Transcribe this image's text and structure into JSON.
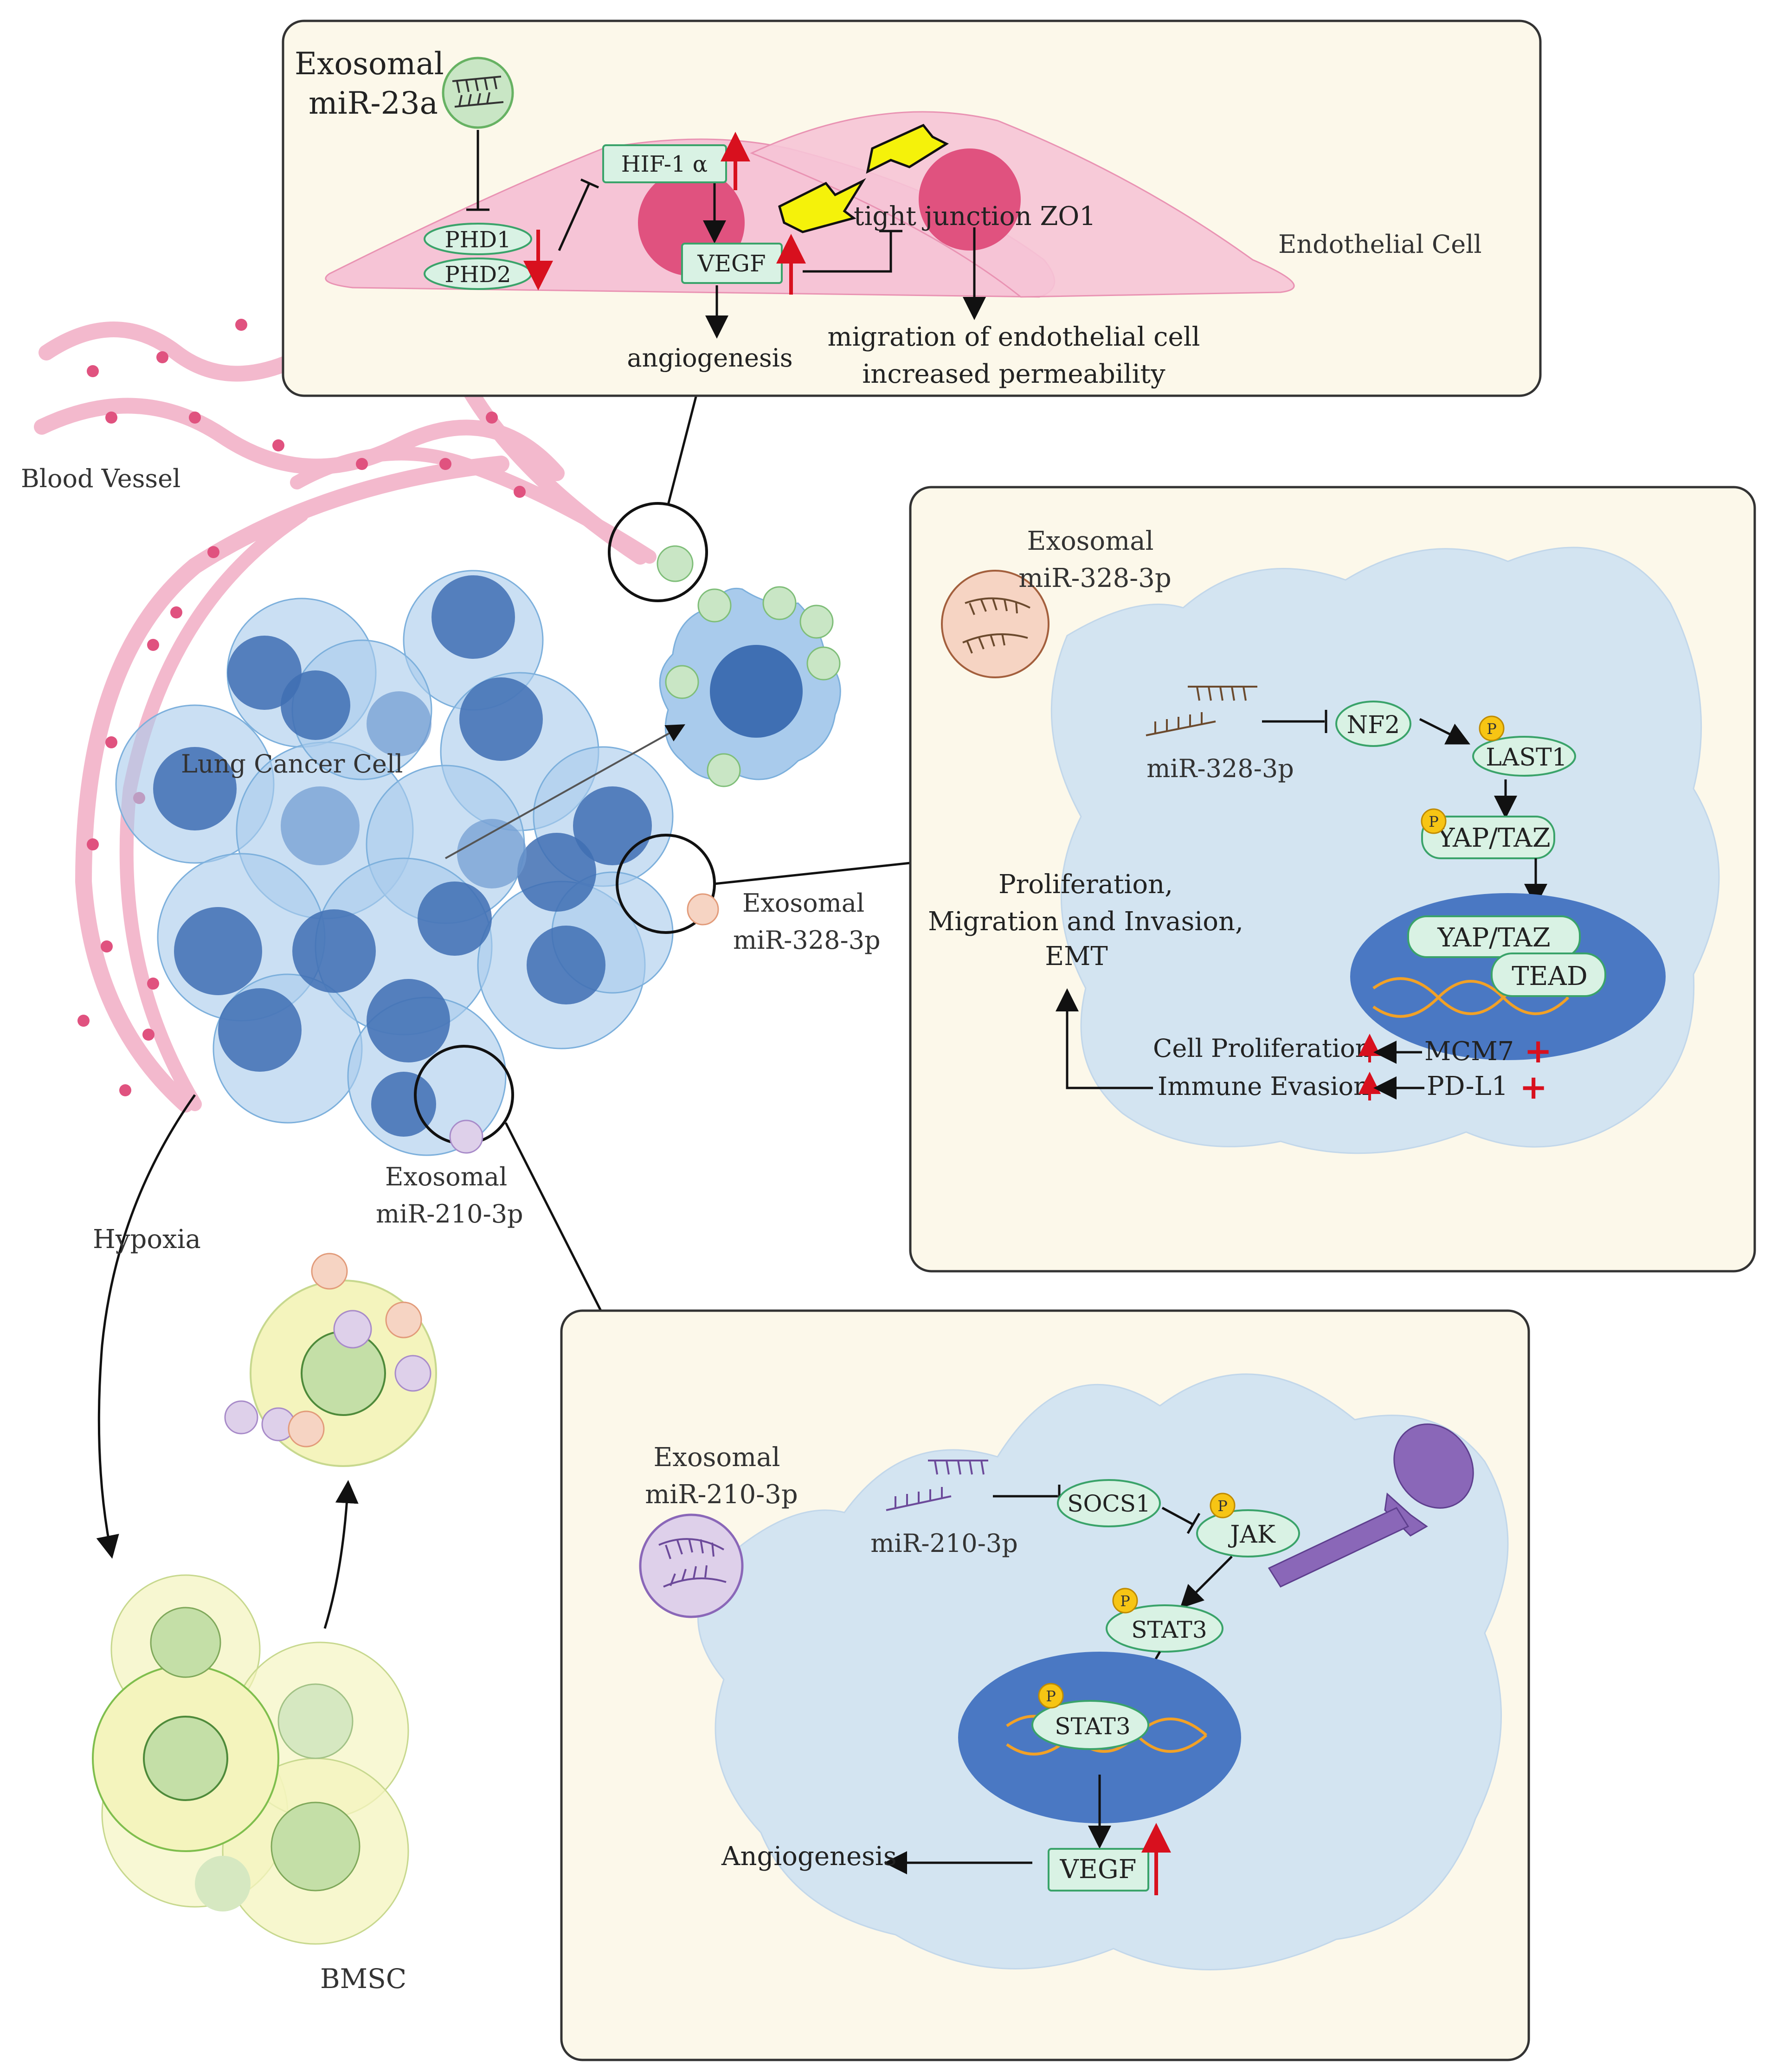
{
  "colors": {
    "panel_bg": "#fcf8ea",
    "panel_border": "#333333",
    "tumor_cell": "#a9cbec",
    "tumor_nucleus": "#3f6fb3",
    "inner_cell": "#d3e4f1",
    "nucleus_dark": "#4a78c3",
    "endothelial": "#f6c4d6",
    "endo_nucleus": "#e0527f",
    "label_box_fill": "#d9f2e4",
    "label_box_stroke": "#3aa36a",
    "up_arrow": "#d8101e",
    "phospho": "#f7c514",
    "yellow_bolt": "#f5f20a",
    "vesicle_green": "#c9e6c5",
    "vesicle_orange": "#f6d4c3",
    "vesicle_purple": "#ded0ea",
    "receptor": "#8a67b8",
    "bmsc_outer": "#f4f4bd",
    "bmsc_nucleus": "#c4dfa7",
    "dna_orange": "#f2a126"
  },
  "icons": {
    "phospho": "phosphate-badge-icon",
    "up": "upregulation-arrow-icon",
    "down": "downregulation-arrow-icon",
    "plus": "upregulation-plus-icon"
  },
  "overview": {
    "blood_vessel": "Blood Vessel",
    "lung_cancer_cell": "Lung Cancer Cell",
    "hypoxia": "Hypoxia",
    "bmsc": "BMSC",
    "exo_328_line1": "Exosomal",
    "exo_328_line2": "miR-328-3p",
    "exo_210_line1": "Exosomal",
    "exo_210_line2": "miR-210-3p"
  },
  "panel_top": {
    "exo_line1": "Exosomal",
    "exo_line2": "miR-23a",
    "phd1": "PHD1",
    "phd2": "PHD2",
    "hif": "HIF-1 α",
    "vegf": "VEGF",
    "tight_junction": "tight junction ZO1",
    "endothelial_cell": "Endothelial Cell",
    "angiogenesis": "angiogenesis",
    "migration_line1": "migration of endothelial cell",
    "migration_line2": "increased permeability"
  },
  "panel_mid": {
    "exo_line1": "Exosomal",
    "exo_line2": "miR-328-3p",
    "mirna": "miR-328-3p",
    "nf2": "NF2",
    "last1": "LAST1",
    "yap_taz": "YAP/TAZ",
    "yap_taz_nuc": "YAP/TAZ",
    "tead": "TEAD",
    "outcome_line1": "Proliferation,",
    "outcome_line2": "Migration and Invasion,",
    "outcome_line3": "EMT",
    "cell_proliferation": "Cell Proliferation",
    "mcm7": "MCM7",
    "immune_evasion": "Immune Evasion",
    "pdl1": "PD-L1",
    "phospho_label": "P"
  },
  "panel_bot": {
    "exo_line1": "Exosomal",
    "exo_line2": "miR-210-3p",
    "mirna": "miR-210-3p",
    "socs1": "SOCS1",
    "jak": "JAK",
    "stat3": "STAT3",
    "stat3_nuc": "STAT3",
    "vegf": "VEGF",
    "angiogenesis": "Angiogenesis",
    "phospho_label": "P"
  }
}
